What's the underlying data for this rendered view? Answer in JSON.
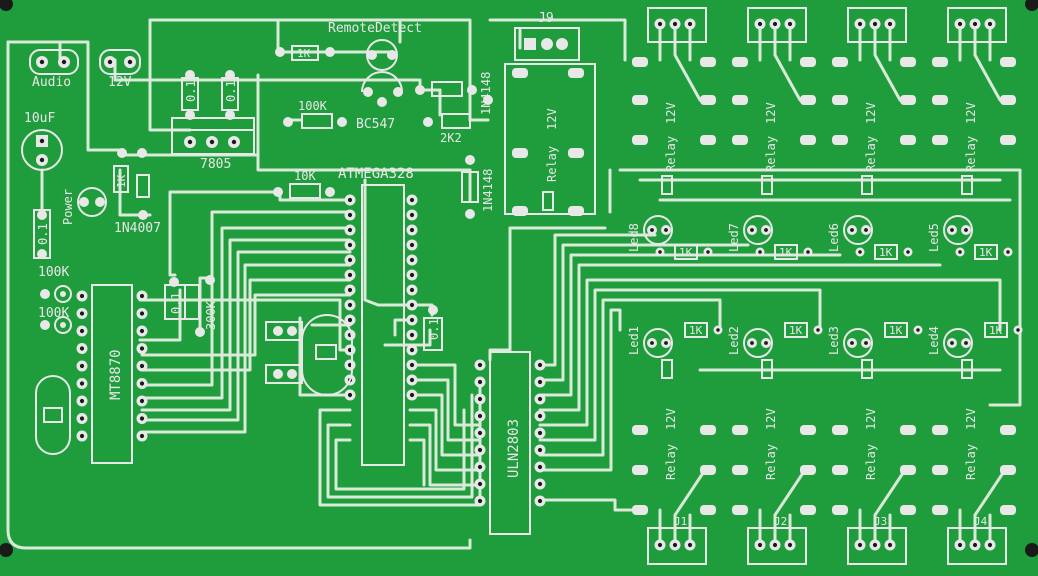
{
  "colors": {
    "board": "#1f9c3c",
    "copper_pad": "#e8e8e8",
    "hole": "#1a1a1a",
    "trace": "#d9ead8",
    "silk": "#e8e8e8"
  },
  "labels": {
    "remote_detect": "RemoteDetect",
    "j9": "J9",
    "audio": "Audio",
    "v12": "12V",
    "c10uf": "10uF",
    "power": "Power",
    "c01": "0.1",
    "r1k": "1K",
    "r100k": "100K",
    "r2k2": "2K2",
    "r10k": "10K",
    "r300k": "300K",
    "bc547": "BC547",
    "reg7805": "7805",
    "d1n4007": "1N4007",
    "d1n4148_a": "1N4148",
    "d1n4148_b": "1N4148",
    "atmega": "ATMEGA328",
    "mt8870": "MT8870",
    "uln2803": "ULN2803",
    "relay": "Relay",
    "relay_12v": "12V"
  },
  "relay_blocks": {
    "top": [
      {
        "led": "Led8",
        "r": "1K"
      },
      {
        "led": "Led7",
        "r": "1K"
      },
      {
        "led": "Led6",
        "r": "1K"
      },
      {
        "led": "Led5",
        "r": "1K"
      }
    ],
    "bottom": [
      {
        "led": "Led1",
        "r": "1K",
        "conn": "J1"
      },
      {
        "led": "Led2",
        "r": "1K",
        "conn": "J2"
      },
      {
        "led": "Led3",
        "r": "1K",
        "conn": "J3"
      },
      {
        "led": "Led4",
        "r": "1K",
        "conn": "J4"
      }
    ]
  }
}
